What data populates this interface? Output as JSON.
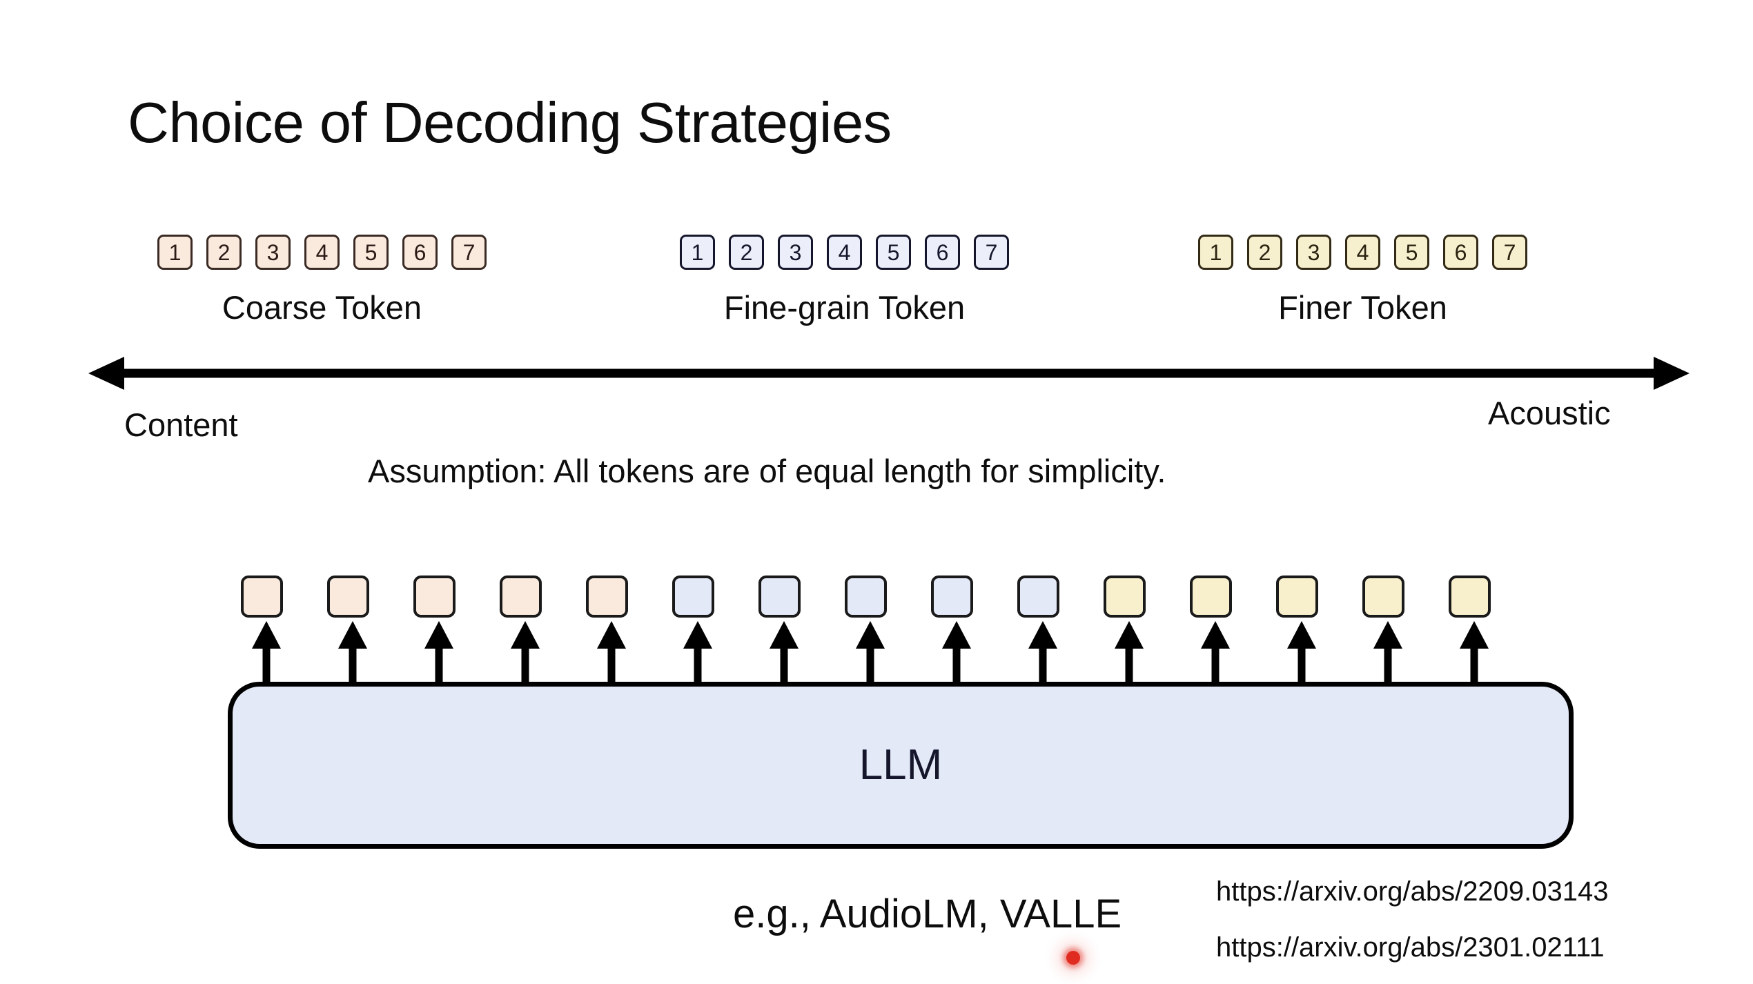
{
  "slide": {
    "title": "Choice of Decoding Strategies",
    "background_color": "#ffffff"
  },
  "token_groups": [
    {
      "id": "coarse",
      "label": "Coarse Token",
      "fill_color": "#faeade",
      "border_color": "#3a2a24",
      "tokens": [
        "1",
        "2",
        "3",
        "4",
        "5",
        "6",
        "7"
      ]
    },
    {
      "id": "fine",
      "label": "Fine-grain Token",
      "fill_color": "#eceffa",
      "border_color": "#15162b",
      "tokens": [
        "1",
        "2",
        "3",
        "4",
        "5",
        "6",
        "7"
      ]
    },
    {
      "id": "finer",
      "label": "Finer Token",
      "fill_color": "#f7f0cf",
      "border_color": "#332a16",
      "tokens": [
        "1",
        "2",
        "3",
        "4",
        "5",
        "6",
        "7"
      ]
    }
  ],
  "spectrum": {
    "left_label": "Content",
    "right_label": "Acoustic",
    "arrow_style": "double-headed"
  },
  "assumption": "Assumption: All tokens are of equal length for simplicity.",
  "llm": {
    "label": "LLM",
    "fill_color": "#e4e9f8",
    "border_color": "#000000"
  },
  "output_sequence": {
    "count": 15,
    "boxes": [
      {
        "kind": "coarse",
        "color": "#faeade"
      },
      {
        "kind": "coarse",
        "color": "#faeade"
      },
      {
        "kind": "coarse",
        "color": "#faeade"
      },
      {
        "kind": "coarse",
        "color": "#faeade"
      },
      {
        "kind": "coarse",
        "color": "#faeade"
      },
      {
        "kind": "fine",
        "color": "#e4e9f8"
      },
      {
        "kind": "fine",
        "color": "#e4e9f8"
      },
      {
        "kind": "fine",
        "color": "#e4e9f8"
      },
      {
        "kind": "fine",
        "color": "#e4e9f8"
      },
      {
        "kind": "fine",
        "color": "#e4e9f8"
      },
      {
        "kind": "finer",
        "color": "#f8f0cd"
      },
      {
        "kind": "finer",
        "color": "#f8f0cd"
      },
      {
        "kind": "finer",
        "color": "#f8f0cd"
      },
      {
        "kind": "finer",
        "color": "#f8f0cd"
      },
      {
        "kind": "finer",
        "color": "#f8f0cd"
      }
    ]
  },
  "footer": {
    "example_note": "e.g., AudioLM, VALLE",
    "references": [
      "https://arxiv.org/abs/2209.03143",
      "https://arxiv.org/abs/2301.02111"
    ]
  },
  "laser_pointer": {
    "color": "#e02b20",
    "visible": true
  }
}
